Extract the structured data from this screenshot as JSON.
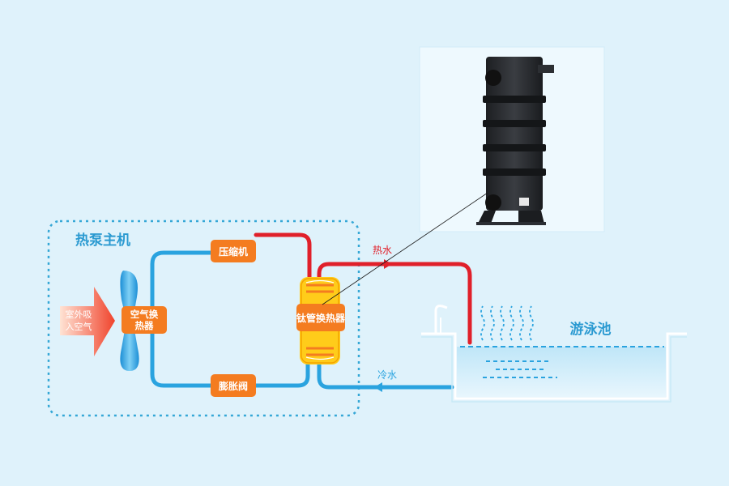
{
  "labels": {
    "unit_title": "热泵主机",
    "outdoor_air": [
      "室外吸",
      "入空气"
    ],
    "air_exchanger": [
      "空气换",
      "热器"
    ],
    "compressor": "压缩机",
    "expansion_valve": "膨胀阀",
    "titanium_exchanger": "钛管换热器",
    "hot_water": "热水",
    "cold_water": "冷水",
    "pool": "游泳池"
  },
  "colors": {
    "background": "#dff2fb",
    "hot_pipe": "#e0202a",
    "cold_pipe": "#2aa3df",
    "component_box": "#f47c20",
    "exchanger_body": "#ffcc1a",
    "unit_border": "#35a7d6",
    "title_text": "#2b9ad1",
    "water": "#8fd3f3"
  },
  "icons": {
    "fan": "fan-icon",
    "heat_exchanger_photo": "plate-heat-exchanger-image",
    "steam": "steam-wave-icon",
    "arrow": "flow-arrow-icon"
  }
}
